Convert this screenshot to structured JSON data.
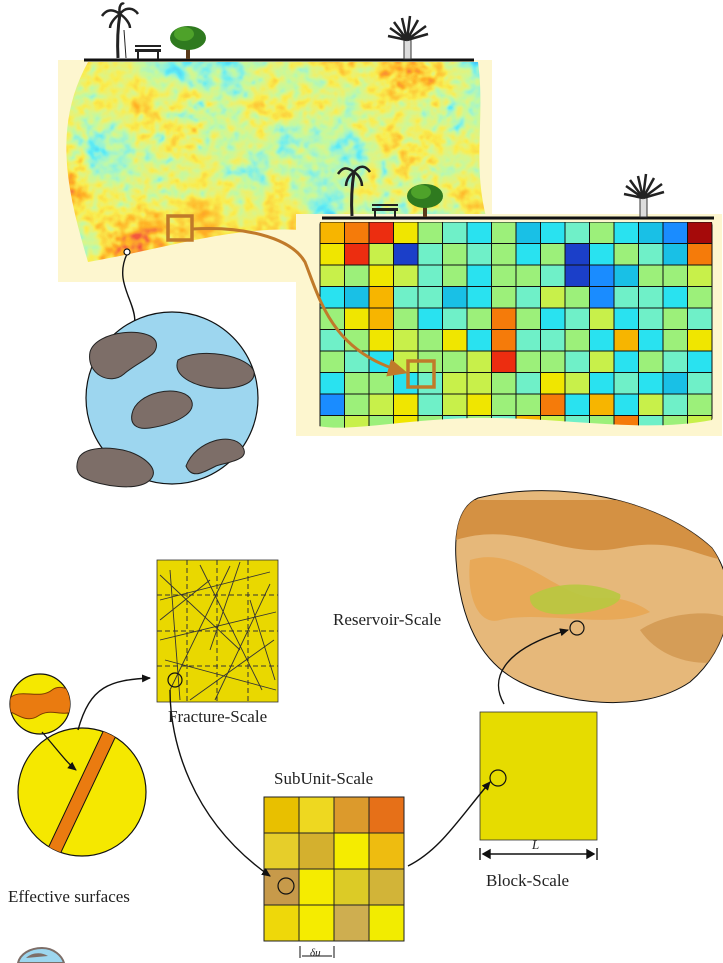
{
  "labels": {
    "fracture_scale": "Fracture-Scale",
    "subunit_scale": "SubUnit-Scale",
    "block_scale": "Block-Scale",
    "reservoir_scale": "Reservoir-Scale",
    "effective_surfaces": "Effective surfaces",
    "block_length_symbol": "L",
    "subunit_length_symbol": "δu"
  },
  "icons": [
    "palm-tree-icon",
    "bench-icon",
    "tree-icon",
    "fan-palm-icon"
  ],
  "colors": {
    "ground_line": "#111111",
    "zoom_box": "#c07a2a",
    "grain": "#7d6e68",
    "matrix": "#9dd6ef",
    "fracture_fill": "#e9d800",
    "block_fill": "#e6dc00",
    "reservoir": "#e6b87a"
  },
  "grid_palette": [
    "#1b3fc9",
    "#1a8cff",
    "#19c0e6",
    "#29e2f0",
    "#6ff0c8",
    "#9cf07a",
    "#c8f04a",
    "#f0e600",
    "#f7b500",
    "#f57b0a",
    "#ec2d10",
    "#a50a0a"
  ],
  "grid_cells": [
    [
      8,
      9,
      10,
      7,
      5,
      4,
      3,
      5,
      2,
      3,
      4,
      5,
      3,
      2,
      1,
      11
    ],
    [
      7,
      10,
      6,
      0,
      4,
      5,
      4,
      5,
      3,
      5,
      0,
      3,
      5,
      4,
      2,
      9
    ],
    [
      6,
      5,
      7,
      6,
      4,
      5,
      3,
      5,
      5,
      4,
      0,
      1,
      2,
      5,
      5,
      6
    ],
    [
      3,
      2,
      8,
      4,
      4,
      2,
      3,
      5,
      4,
      6,
      5,
      1,
      4,
      4,
      3,
      5
    ],
    [
      5,
      7,
      8,
      5,
      3,
      4,
      5,
      9,
      5,
      3,
      4,
      6,
      3,
      4,
      5,
      4
    ],
    [
      4,
      5,
      7,
      6,
      5,
      7,
      3,
      9,
      4,
      4,
      5,
      3,
      8,
      3,
      5,
      7
    ],
    [
      5,
      4,
      3,
      6,
      5,
      5,
      6,
      10,
      5,
      5,
      4,
      6,
      3,
      5,
      4,
      3
    ],
    [
      3,
      5,
      5,
      3,
      4,
      6,
      6,
      5,
      4,
      7,
      6,
      3,
      4,
      3,
      2,
      4
    ],
    [
      1,
      5,
      6,
      7,
      4,
      6,
      7,
      5,
      5,
      9,
      3,
      8,
      3,
      6,
      4,
      5
    ],
    [
      5,
      6,
      5,
      7,
      5,
      4,
      5,
      4,
      8,
      6,
      4,
      5,
      9,
      4,
      5,
      6
    ]
  ],
  "subunit_cells": [
    [
      "#e8c000",
      "#eed820",
      "#dc9a2c",
      "#e67018"
    ],
    [
      "#e6ce2a",
      "#d4b02e",
      "#f5ec00",
      "#eebc10"
    ],
    [
      "#c79a4a",
      "#f5ec00",
      "#dccb26",
      "#d2b438"
    ],
    [
      "#eed80a",
      "#f5ec00",
      "#ceae50",
      "#f2ec00"
    ]
  ]
}
